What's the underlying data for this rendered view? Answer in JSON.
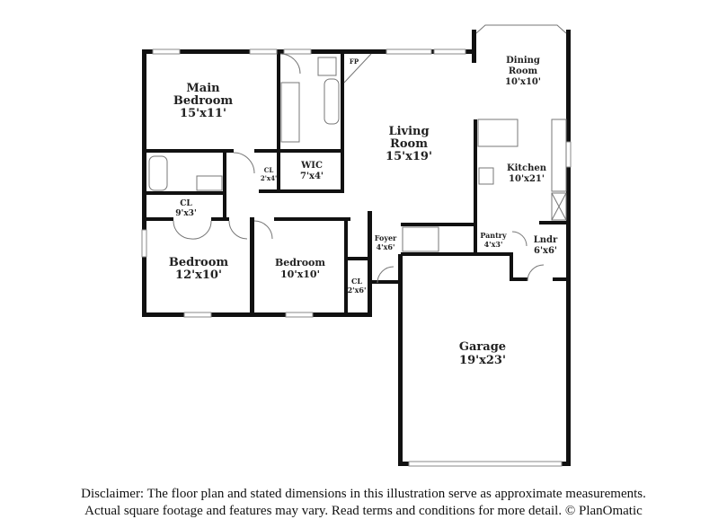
{
  "rooms": {
    "main_bedroom": {
      "name_1": "Main",
      "name_2": "Bedroom",
      "dim": "15'x11'"
    },
    "living_room": {
      "name_1": "Living",
      "name_2": "Room",
      "dim": "15'x19'"
    },
    "dining_room": {
      "name_1": "Dining",
      "name_2": "Room",
      "dim": "10'x10'"
    },
    "kitchen": {
      "name": "Kitchen",
      "dim": "10'x21'"
    },
    "wic": {
      "name": "WIC",
      "dim": "7'x4'"
    },
    "closet_main": {
      "name": "CL",
      "dim": "2'x4'"
    },
    "closet_hall": {
      "name": "CL",
      "dim": "9'x3'"
    },
    "bedroom_1": {
      "name": "Bedroom",
      "dim": "12'x10'"
    },
    "bedroom_2": {
      "name": "Bedroom",
      "dim": "10'x10'"
    },
    "foyer": {
      "name": "Foyer",
      "dim": "4'x6'"
    },
    "closet_foyer": {
      "name": "CL",
      "dim": "2'x6'"
    },
    "pantry": {
      "name": "Pantry",
      "dim": "4'x3'"
    },
    "laundry": {
      "name": "Lndr",
      "dim": "6'x6'"
    },
    "garage": {
      "name": "Garage",
      "dim": "19'x23'"
    },
    "fireplace": {
      "name": "FP"
    }
  },
  "disclaimer": {
    "line_1": "Disclaimer: The floor plan and stated dimensions in this illustration serve as approximate measurements.",
    "line_2": "Actual square footage and features may vary. Read terms and conditions for more detail. © PlanOmatic"
  }
}
